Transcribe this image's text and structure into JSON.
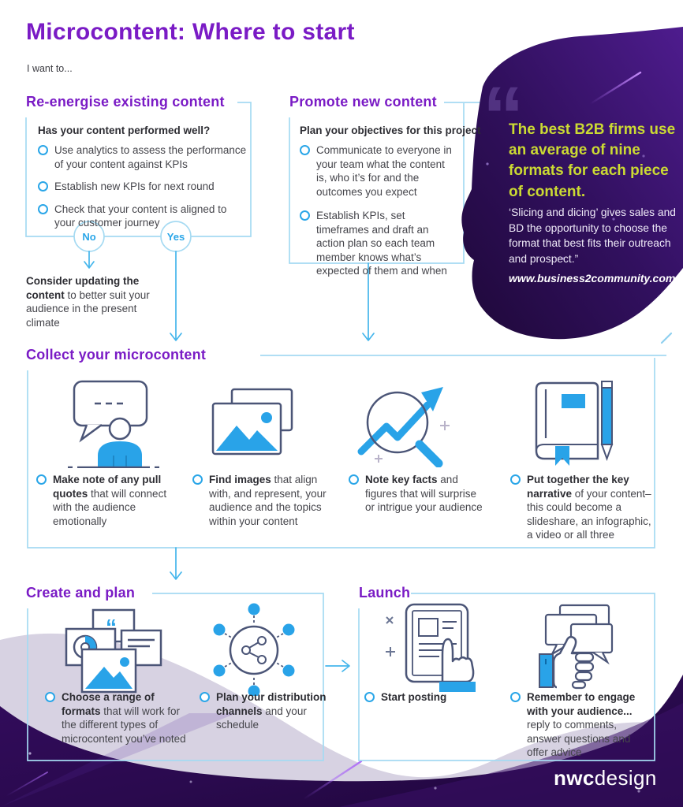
{
  "title": "Microcontent: Where to start",
  "subtitle": "I want to...",
  "colors": {
    "heading_purple": "#7a1bc5",
    "accent_blue": "#2aa6e8",
    "box_border_blue": "#a5daf2",
    "icon_navy": "#4b5577",
    "quote_yellow": "#cbda33",
    "blob_purple": "#3a1173",
    "footer_purple": "#2d0a52",
    "lavender_wave": "#d7d2e2"
  },
  "sections": {
    "reenergise": {
      "heading": "Re-energise existing content",
      "lead": "Has your content performed well?",
      "items": [
        "Use analytics to assess the performance of your content against KPIs",
        "Establish new KPIs for next round",
        "Check that your content is aligned to your customer journey"
      ],
      "no_label": "No",
      "yes_label": "Yes",
      "no_result": {
        "bold": "Consider updating the content",
        "rest": " to better suit your audience in the present climate"
      }
    },
    "promote": {
      "heading": "Promote new content",
      "lead": "Plan your objectives for this project",
      "items": [
        "Communicate to everyone in your team what the content is, who it’s for and the outcomes you expect",
        "Establish KPIs, set timeframes and draft an action plan so each team member knows what’s expected of them and when"
      ]
    },
    "quote": {
      "mark": "“",
      "headline": "The best B2B firms use an average of nine formats for each piece of content.",
      "body": "‘Slicing and dicing’ gives sales and BD the opportunity to choose the format that best fits their outreach and prospect.”",
      "source": "www.business2community.com"
    },
    "collect": {
      "heading": "Collect your microcontent",
      "items": [
        {
          "icon": "quote-person-icon",
          "bold": "Make note of any pull quotes",
          "rest": " that will connect with the audience emotionally"
        },
        {
          "icon": "images-icon",
          "bold": "Find images",
          "rest": " that align with, and represent, your audience and the topics within your content"
        },
        {
          "icon": "magnifier-trend-icon",
          "bold": "Note key facts",
          "rest": " and figures that will surprise or intrigue your audience"
        },
        {
          "icon": "notebook-pencil-icon",
          "bold": "Put together the key narrative",
          "rest": " of your content–this could become a slideshare, an infographic, a video or all three"
        }
      ]
    },
    "create": {
      "heading": "Create and plan",
      "items": [
        {
          "icon": "formats-cards-icon",
          "bold": "Choose a range of formats",
          "rest": " that will work for the different types of microcontent you’ve noted"
        },
        {
          "icon": "distribution-network-icon",
          "bold": "Plan your distribution channels",
          "rest": " and your schedule"
        }
      ]
    },
    "launch": {
      "heading": "Launch",
      "items": [
        {
          "icon": "tablet-tap-icon",
          "bold": "Start posting",
          "rest": ""
        },
        {
          "icon": "engage-thumbsup-icon",
          "bold": "Remember to engage with your audience...",
          "rest": " reply to comments, answer questions and offer advice"
        }
      ]
    }
  },
  "footer": {
    "brand_bold": "nwc",
    "brand_light": "design"
  }
}
